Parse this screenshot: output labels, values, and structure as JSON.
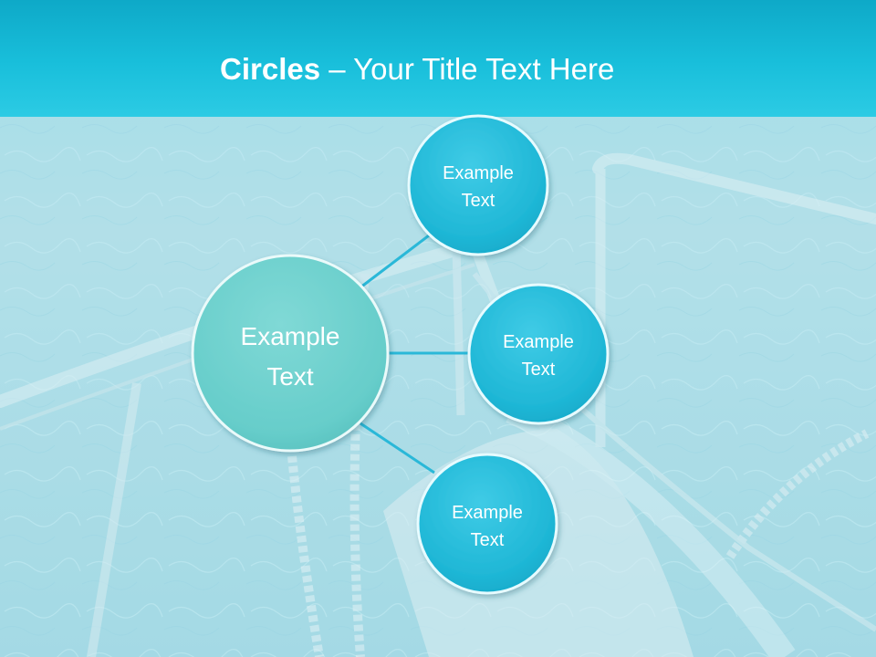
{
  "title": {
    "bold": "Circles",
    "separator": " – ",
    "rest": "Your Title Text Here"
  },
  "colors": {
    "title_band": "#16b8d6",
    "center_node": "#6fcfcc",
    "child_node": "#2cc0dc",
    "connector": "#2ab8d8",
    "text": "#ffffff"
  },
  "diagram": {
    "center": {
      "line1": "Example",
      "line2": "Text"
    },
    "nodes": [
      {
        "line1": "Example",
        "line2": "Text"
      },
      {
        "line1": "Example",
        "line2": "Text"
      },
      {
        "line1": "Example",
        "line2": "Text"
      }
    ]
  }
}
